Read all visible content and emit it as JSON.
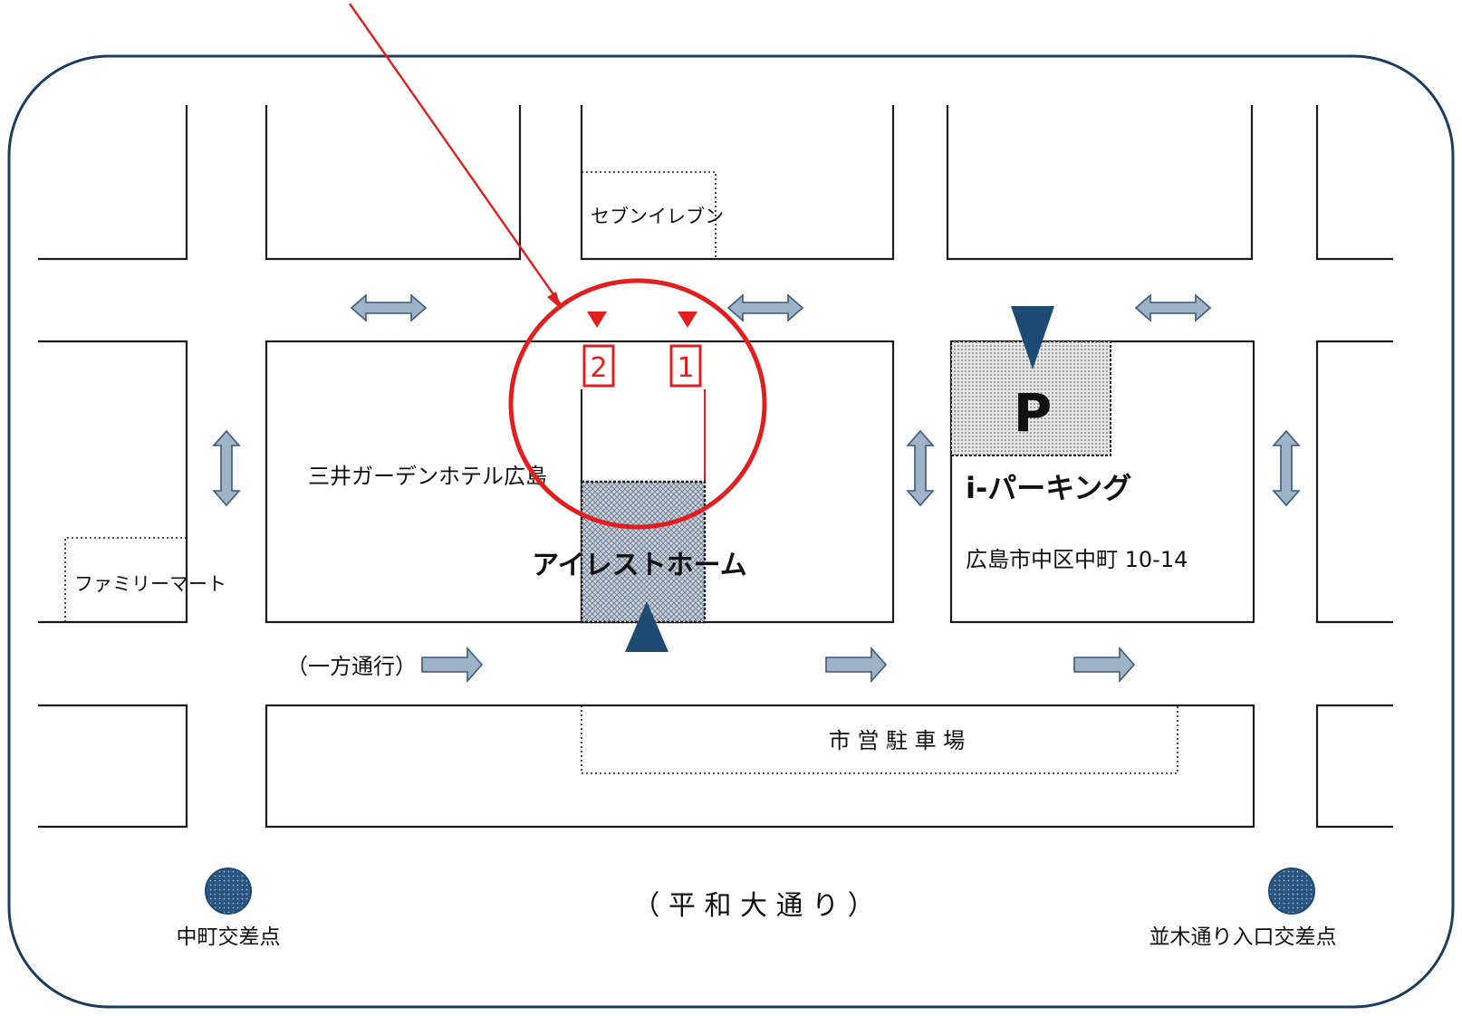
{
  "labels": {
    "seven_eleven": "セブンイレブン",
    "mitsui_hotel": "三井ガーデンホテル広島",
    "family_mart": "ファミリーマート",
    "airest_home": "アイレストホーム",
    "i_parking": "i-パーキング",
    "address": "広島市中区中町 10-14",
    "one_way": "（一方通行）",
    "city_parking": "市 営 駐 車 場",
    "heiwa_odori": "（ 平 和 大 通 り ）",
    "nakamachi_crossing": "中町交差点",
    "namiki_crossing": "並木通り入口交差点"
  },
  "markers": {
    "entrance_2": "2",
    "entrance_1": "1",
    "parking_symbol": "P"
  },
  "colors": {
    "frame": "#1f3b5c",
    "highlight": "#e02020",
    "marker_blue": "#1f4a72",
    "arrow_fill": "#9fb3c8"
  }
}
